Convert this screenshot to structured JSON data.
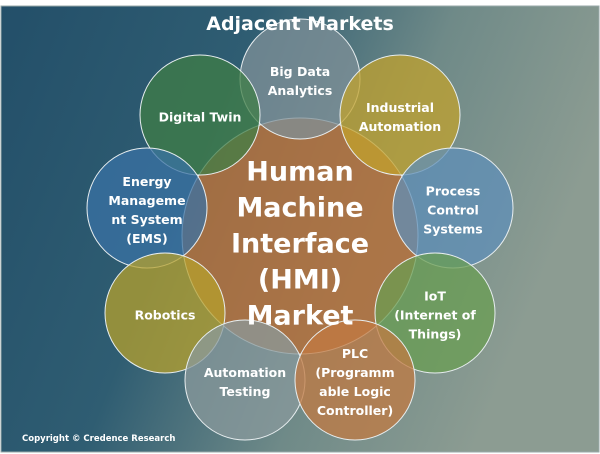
{
  "title": "Adjacent Markets",
  "center": {
    "lines": [
      "Human",
      "Machine",
      "Interface",
      "(HMI)",
      "Market"
    ]
  },
  "markets": [
    {
      "id": "big-data",
      "lines": [
        "Big Data",
        "Analytics"
      ],
      "color": "#7f9098"
    },
    {
      "id": "digital-twin",
      "lines": [
        "Digital Twin"
      ],
      "color": "#3f7d45"
    },
    {
      "id": "industrial-automation",
      "lines": [
        "Industrial",
        "Automation"
      ],
      "color": "#c2a22c"
    },
    {
      "id": "ems",
      "lines": [
        "Energy",
        "Manageme",
        "nt System",
        "(EMS)"
      ],
      "color": "#3a72a4"
    },
    {
      "id": "process-control",
      "lines": [
        "Process",
        "Control",
        "Systems"
      ],
      "color": "#5f8fb8"
    },
    {
      "id": "robotics",
      "lines": [
        "Robotics"
      ],
      "color": "#b5a02c"
    },
    {
      "id": "iot",
      "lines": [
        "IoT",
        "(Internet of",
        "Things)"
      ],
      "color": "#6a9e52"
    },
    {
      "id": "automation-testing",
      "lines": [
        "Automation",
        "Testing"
      ],
      "color": "#8a9a9c"
    },
    {
      "id": "plc",
      "lines": [
        "PLC",
        "(Programm",
        "able Logic",
        "Controller)"
      ],
      "color": "#c27a42"
    }
  ],
  "center_color": "#b5713c",
  "copyright": "Copyright © Credence Research"
}
